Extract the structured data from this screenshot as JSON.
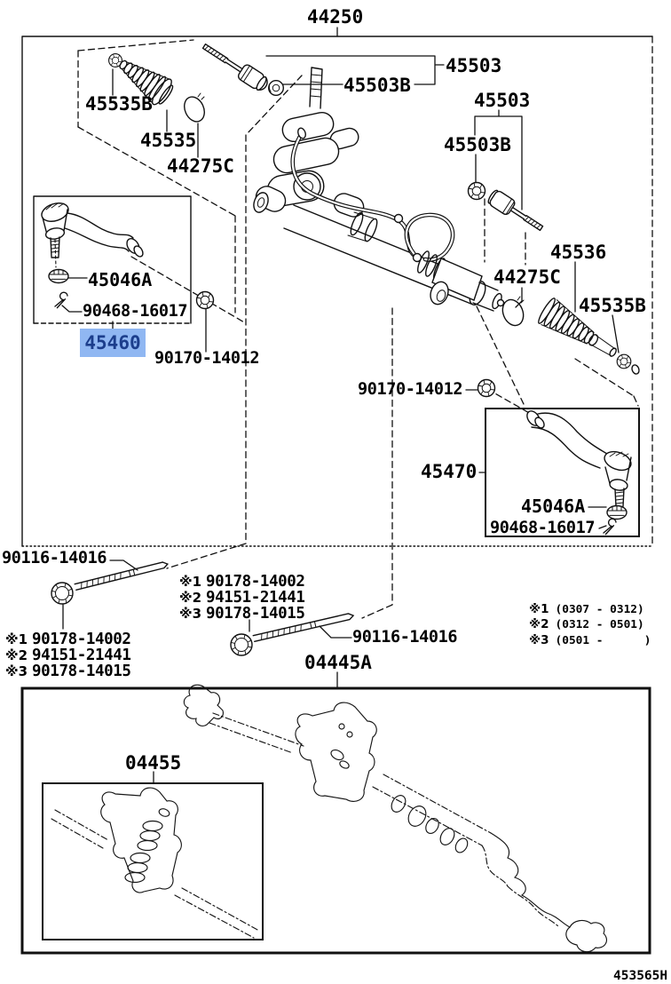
{
  "doc": {
    "drawing_number": "453565H"
  },
  "highlight": {
    "bg": "#90B7F2",
    "fg": "#1C3E8C"
  },
  "labels": {
    "assembly": "44250",
    "rack_end_washer_left": "45503B",
    "rack_end_group_top": "45503",
    "rack_end_group_right": "45503",
    "rack_end_washer_right": "45503B",
    "boot_clamp_left": "45535B",
    "boot_left": "45535",
    "boot_clip_left": "44275C",
    "boot_right": "45536",
    "boot_clip_right": "44275C",
    "boot_clamp_right": "45535B",
    "tie_rod_nut_left": "45046A",
    "cotter_pin_left": "90468-16017",
    "tie_rod_end_left_selected": "45460",
    "lock_nut_left": "90170-14012",
    "lock_nut_right": "90170-14012",
    "tie_rod_end_right": "45470",
    "tie_rod_nut_right": "45046A",
    "cotter_pin_right": "90468-16017",
    "mount_bolt_top": "90116-14016",
    "mount_bolt_bottom": "90116-14016",
    "gasket_kit": "04445A",
    "gasket_kit_inner": "04455"
  },
  "nut_options_left": [
    {
      "mark": "※1",
      "number": "90178-14002"
    },
    {
      "mark": "※2",
      "number": "94151-21441"
    },
    {
      "mark": "※3",
      "number": "90178-14015"
    }
  ],
  "nut_options_center": [
    {
      "mark": "※1",
      "number": "90178-14002"
    },
    {
      "mark": "※2",
      "number": "94151-21441"
    },
    {
      "mark": "※3",
      "number": "90178-14015"
    }
  ],
  "date_notes": [
    {
      "mark": "※1",
      "range": "(0307 - 0312)"
    },
    {
      "mark": "※2",
      "range": "(0312 - 0501)"
    },
    {
      "mark": "※3",
      "range": "(0501 -      )"
    }
  ]
}
